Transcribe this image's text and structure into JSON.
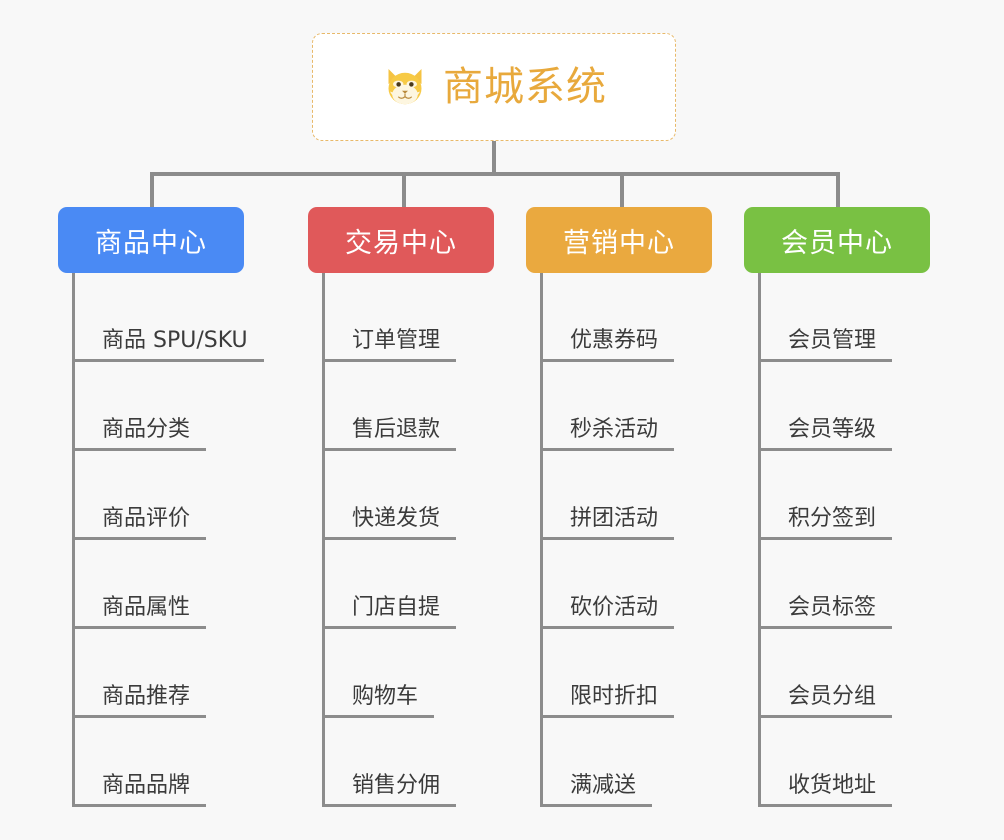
{
  "page": {
    "background_color": "#f8f8f8",
    "connector_color": "#8c8c8c"
  },
  "root": {
    "title": "商城系统",
    "icon": "shiba-dog-face-emoji",
    "text_color": "#e8a93c",
    "border_color": "#e8b96a",
    "background_color": "#ffffff"
  },
  "columns": [
    {
      "title": "商品中心",
      "color": "#4a8af4",
      "items": [
        "商品 SPU/SKU",
        "商品分类",
        "商品评价",
        "商品属性",
        "商品推荐",
        "商品品牌"
      ]
    },
    {
      "title": "交易中心",
      "color": "#e0595a",
      "items": [
        "订单管理",
        "售后退款",
        "快递发货",
        "门店自提",
        "购物车",
        "销售分佣"
      ]
    },
    {
      "title": "营销中心",
      "color": "#eaa93f",
      "items": [
        "优惠券码",
        "秒杀活动",
        "拼团活动",
        "砍价活动",
        "限时折扣",
        "满减送"
      ]
    },
    {
      "title": "会员中心",
      "color": "#79c143",
      "items": [
        "会员管理",
        "会员等级",
        "积分签到",
        "会员标签",
        "会员分组",
        "收货地址"
      ]
    }
  ]
}
